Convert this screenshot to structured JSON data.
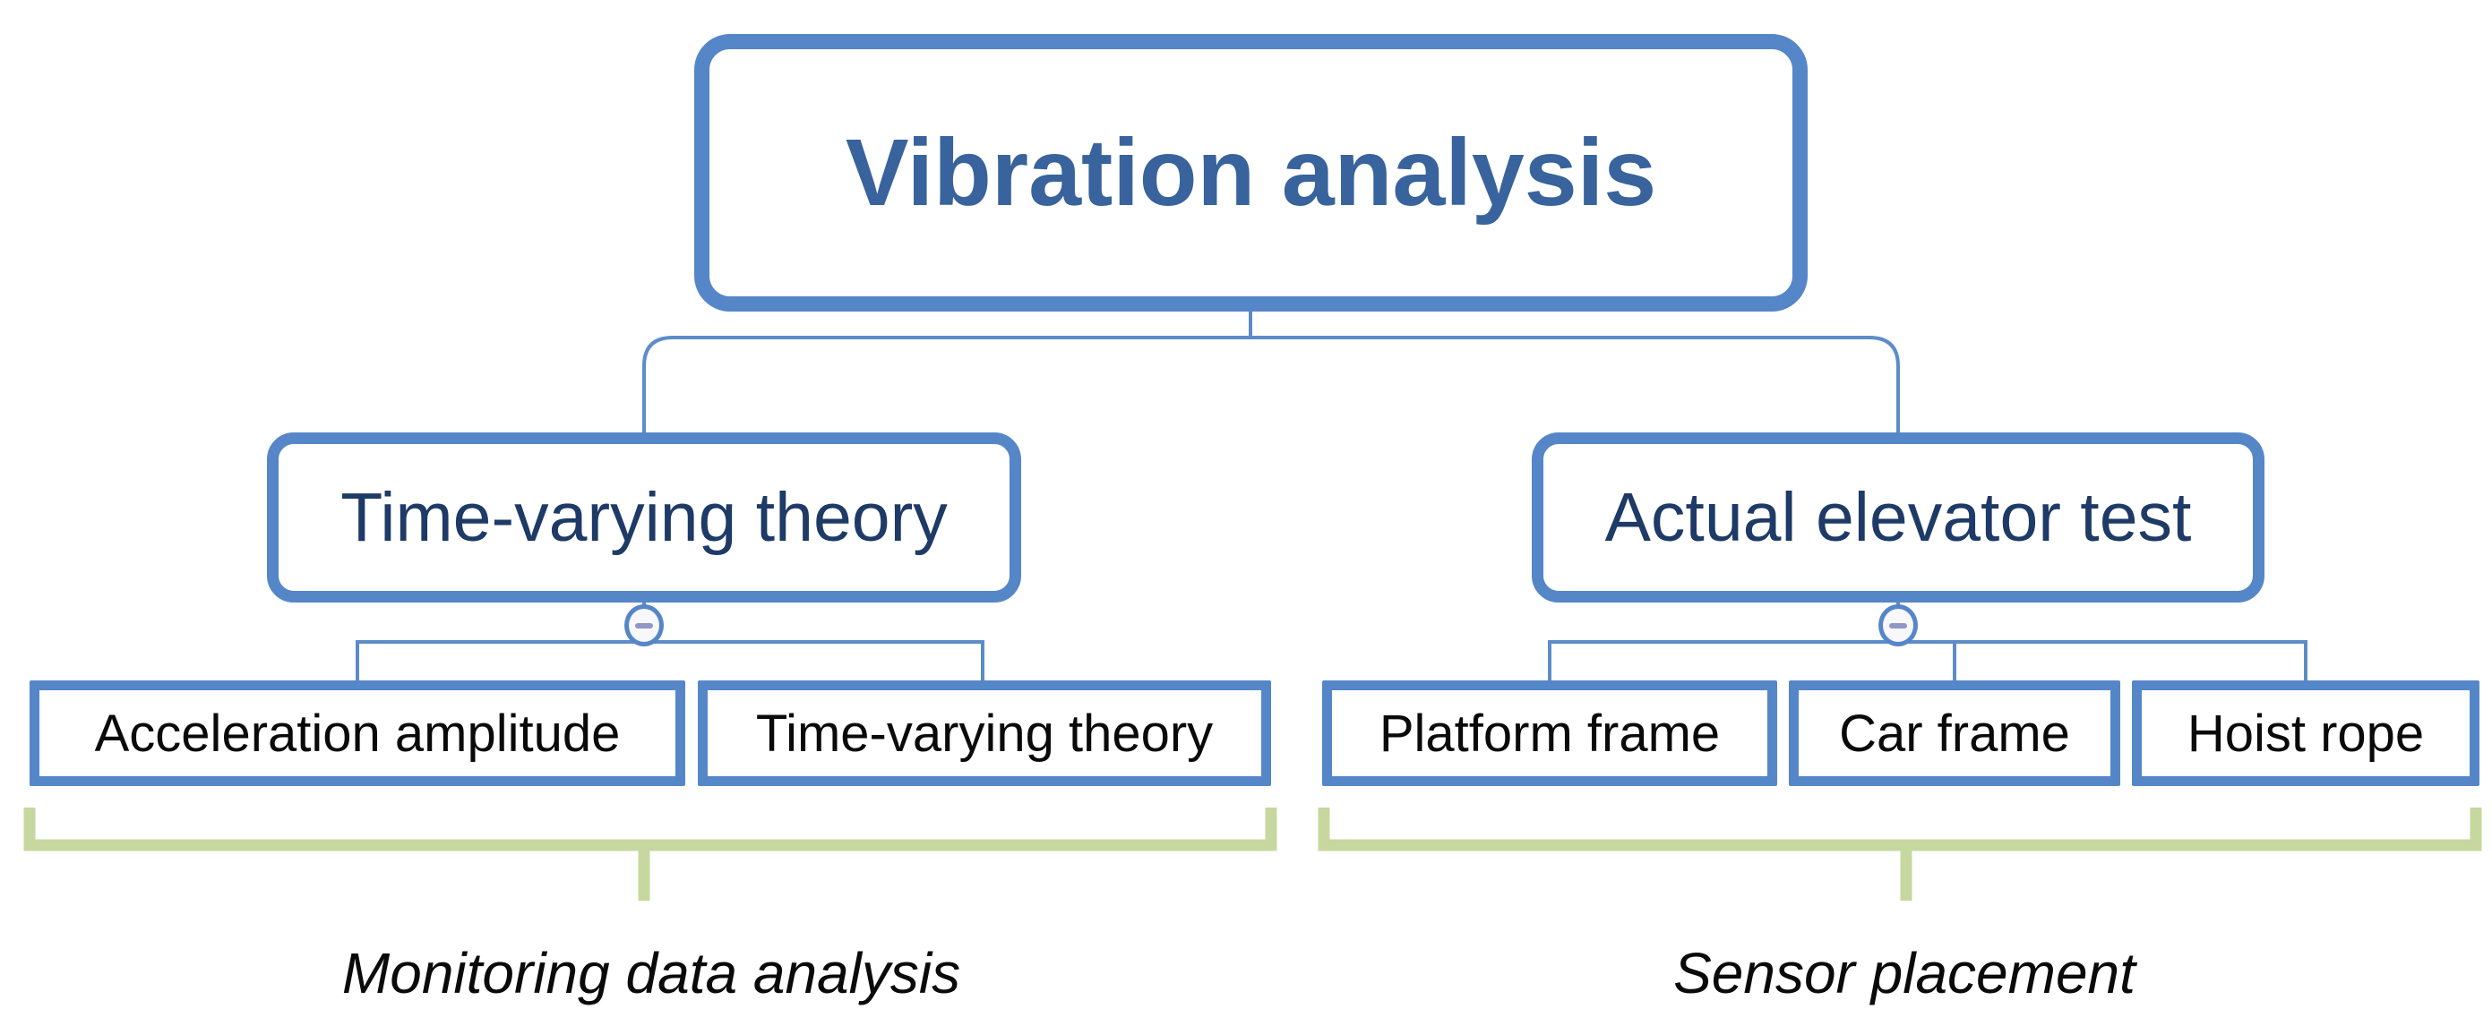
{
  "diagram": {
    "type": "hierarchy",
    "root": {
      "label": "Vibration analysis"
    },
    "branches": [
      {
        "label": "Time-varying theory",
        "children": [
          {
            "label": "Acceleration amplitude"
          },
          {
            "label": "Time-varying theory"
          }
        ],
        "group_label": "Monitoring data analysis"
      },
      {
        "label": "Actual elevator test",
        "children": [
          {
            "label": "Platform frame"
          },
          {
            "label": "Car frame"
          },
          {
            "label": "Hoist rope"
          }
        ],
        "group_label": "Sensor placement"
      }
    ]
  },
  "icons": {
    "collapse_left": "minus-icon",
    "collapse_right": "minus-icon"
  },
  "colors": {
    "background": "#FFFFFF",
    "node_border_blue": "#5586C8",
    "connector_blue": "#5D8CC9",
    "root_text": "#38639C",
    "branch_text": "#1E3A66",
    "leaf_text": "#0A0A0A",
    "bracket_green": "#C6D89F",
    "collapse_fill": "#F7F7FC",
    "collapse_minus": "#9097C6"
  }
}
